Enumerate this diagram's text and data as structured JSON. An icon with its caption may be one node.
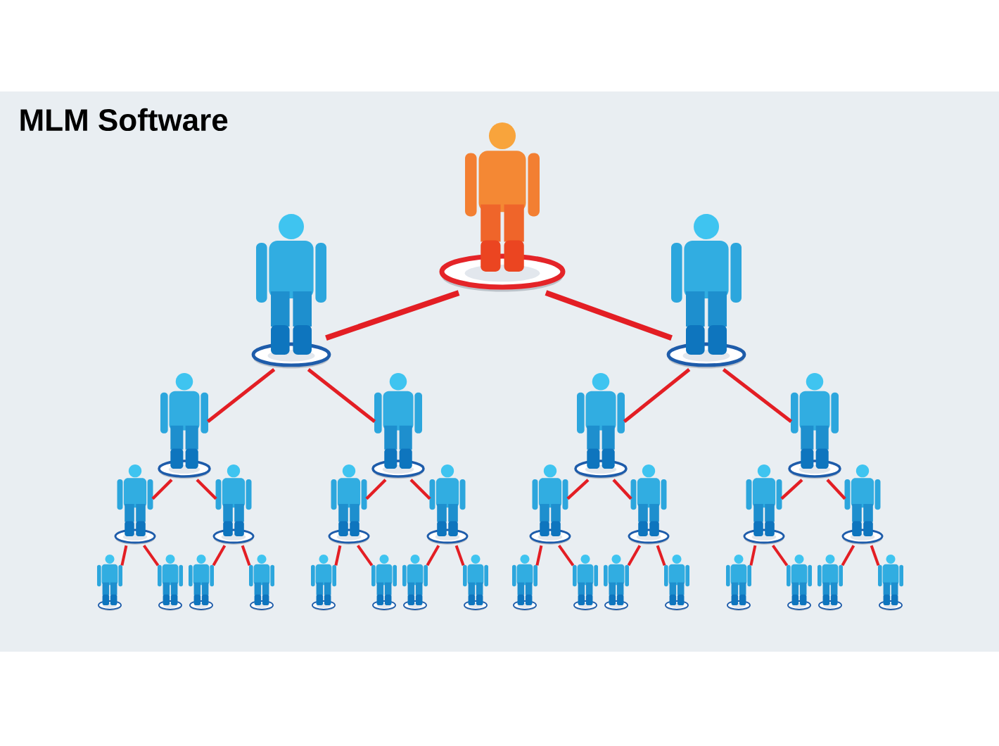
{
  "diagram": {
    "title": "MLM Software",
    "nodes": [
      {
        "text": [],
        "shape": "person"
      },
      {
        "text": [],
        "shape": "person"
      },
      {
        "text": [],
        "shape": "person"
      },
      {
        "text": [],
        "shape": "person"
      },
      {
        "text": [],
        "shape": "person"
      },
      {
        "text": [],
        "shape": "person"
      },
      {
        "text": [],
        "shape": "person"
      },
      {
        "text": [],
        "shape": "person"
      },
      {
        "text": [],
        "shape": "person"
      },
      {
        "text": [],
        "shape": "person"
      },
      {
        "text": [],
        "shape": "person"
      },
      {
        "text": [],
        "shape": "person"
      },
      {
        "text": [],
        "shape": "person"
      },
      {
        "text": [],
        "shape": "person"
      },
      {
        "text": [],
        "shape": "person"
      },
      {
        "text": [],
        "shape": "person"
      },
      {
        "text": [],
        "shape": "person"
      },
      {
        "text": [],
        "shape": "person"
      },
      {
        "text": [],
        "shape": "person"
      },
      {
        "text": [],
        "shape": "person"
      },
      {
        "text": [],
        "shape": "person"
      },
      {
        "text": [],
        "shape": "person"
      },
      {
        "text": [],
        "shape": "person"
      },
      {
        "text": [],
        "shape": "person"
      },
      {
        "text": [],
        "shape": "person"
      },
      {
        "text": [],
        "shape": "person"
      },
      {
        "text": [],
        "shape": "person"
      },
      {
        "text": [],
        "shape": "person"
      },
      {
        "text": [],
        "shape": "person"
      },
      {
        "text": [],
        "shape": "person"
      },
      {
        "text": [],
        "shape": "person"
      }
    ],
    "edges": [
      {
        "from": 0,
        "to": 1,
        "arrow": "none",
        "style": "thick"
      },
      {
        "from": 0,
        "to": 2,
        "arrow": "none",
        "style": "thick"
      },
      {
        "from": 1,
        "to": 3,
        "arrow": "none"
      },
      {
        "from": 1,
        "to": 4,
        "arrow": "none"
      },
      {
        "from": 2,
        "to": 5,
        "arrow": "none"
      },
      {
        "from": 2,
        "to": 6,
        "arrow": "none"
      },
      {
        "from": 3,
        "to": 7,
        "arrow": "none"
      },
      {
        "from": 3,
        "to": 8,
        "arrow": "none"
      },
      {
        "from": 4,
        "to": 9,
        "arrow": "none"
      },
      {
        "from": 4,
        "to": 10,
        "arrow": "none"
      },
      {
        "from": 5,
        "to": 11,
        "arrow": "none"
      },
      {
        "from": 5,
        "to": 12,
        "arrow": "none"
      },
      {
        "from": 6,
        "to": 13,
        "arrow": "none"
      },
      {
        "from": 6,
        "to": 14,
        "arrow": "none"
      },
      {
        "from": 7,
        "to": 15,
        "arrow": "none"
      },
      {
        "from": 7,
        "to": 16,
        "arrow": "none"
      },
      {
        "from": 8,
        "to": 17,
        "arrow": "none"
      },
      {
        "from": 8,
        "to": 18,
        "arrow": "none"
      },
      {
        "from": 9,
        "to": 19,
        "arrow": "none"
      },
      {
        "from": 9,
        "to": 20,
        "arrow": "none"
      },
      {
        "from": 10,
        "to": 21,
        "arrow": "none"
      },
      {
        "from": 10,
        "to": 22,
        "arrow": "none"
      },
      {
        "from": 11,
        "to": 23,
        "arrow": "none"
      },
      {
        "from": 11,
        "to": 24,
        "arrow": "none"
      },
      {
        "from": 12,
        "to": 25,
        "arrow": "none"
      },
      {
        "from": 12,
        "to": 26,
        "arrow": "none"
      },
      {
        "from": 13,
        "to": 27,
        "arrow": "none"
      },
      {
        "from": 13,
        "to": 28,
        "arrow": "none"
      },
      {
        "from": 14,
        "to": 29,
        "arrow": "none"
      },
      {
        "from": 14,
        "to": 30,
        "arrow": "none"
      }
    ]
  }
}
